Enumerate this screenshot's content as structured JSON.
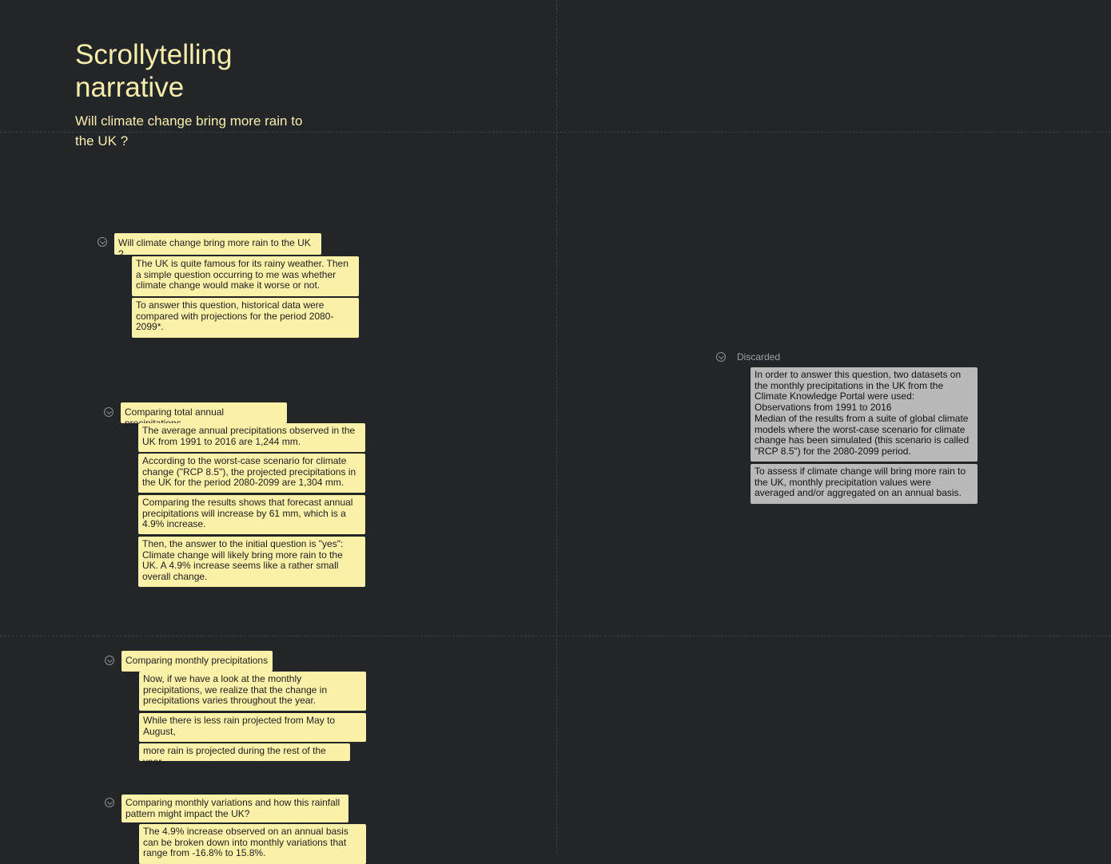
{
  "page": {
    "title": "Scrollytelling narrative",
    "subtitle": "Will climate change bring more rain to the UK ?"
  },
  "sections": [
    {
      "heading": "Will climate change bring more rain to the UK ?",
      "cards": [
        "The UK is quite famous for its rainy weather. Then a simple question occurring to me was whether climate change would make it worse or not.",
        "To answer this question, historical data were compared with projections for the period 2080-2099*."
      ]
    },
    {
      "heading": "Comparing total annual precipitations",
      "cards": [
        "The average annual precipitations observed in the UK from 1991 to 2016 are 1,244 mm.",
        "According to the worst-case scenario for climate change (\"RCP 8.5\"), the projected precipitations in the UK for the period 2080-2099 are 1,304 mm.",
        "Comparing the results shows that forecast annual precipitations will increase by 61 mm, which is a 4.9% increase.",
        "Then, the answer to the initial question is \"yes\": Climate change will likely bring more rain to the UK. A 4.9% increase seems like a rather small overall change."
      ]
    },
    {
      "heading": "Comparing monthly precipitations",
      "cards": [
        "Now, if we have a look at the monthly precipitations, we realize that the change in precipitations varies throughout the year.",
        "While there is less rain projected from May to August,",
        "more rain is projected during the rest of the year."
      ]
    },
    {
      "heading": "Comparing monthly variations and how this rainfall pattern might impact the UK?",
      "cards": [
        "The 4.9% increase observed on an annual basis can be broken down into monthly variations that range from -16.8% to 15.8%."
      ]
    }
  ],
  "discarded": {
    "label": "Discarded",
    "cards": [
      "In order to answer this question, two datasets on the monthly precipitations in the UK from the Climate Knowledge Portal were used:\nObservations from 1991 to 2016\nMedian of the results from a suite of global climate models where the worst-case scenario for climate change has been simulated (this scenario is called \"RCP 8.5\") for the 2080-2099 period.",
      "To assess if climate change will bring more rain to the UK, monthly precipitation values were averaged and/or aggregated on an annual basis."
    ]
  },
  "colors": {
    "background": "#232629",
    "note": "#fcf1a9",
    "discarded_note": "#b9b9b9",
    "title": "#f7ecaa"
  }
}
